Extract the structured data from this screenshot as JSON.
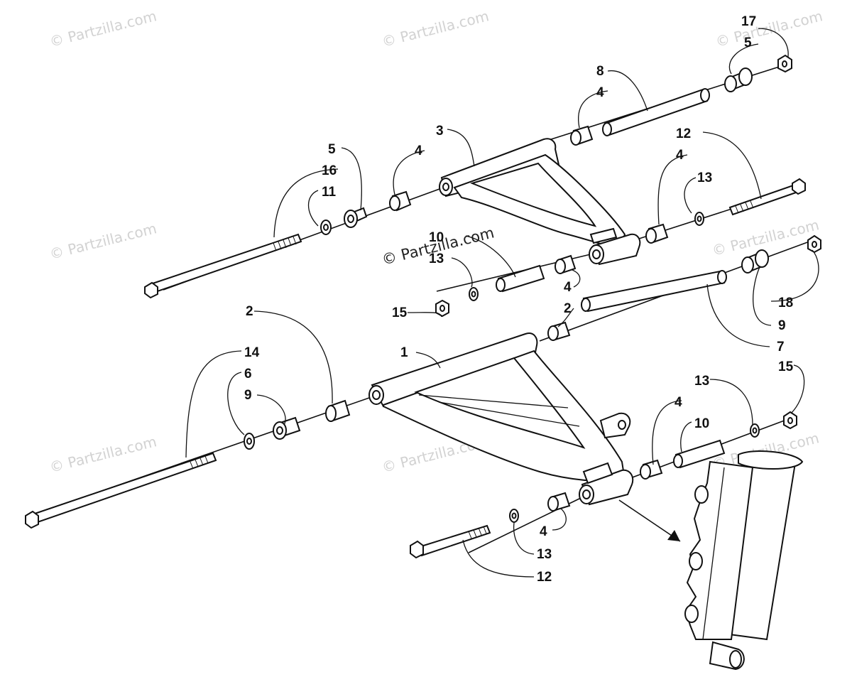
{
  "watermark": {
    "text": "© Partzilla.com",
    "center_text": "© Partzilla.com"
  },
  "callouts": {
    "c17": "17",
    "c5a": "5",
    "c8": "8",
    "c4a": "4",
    "c3": "3",
    "c4b": "4",
    "c5b": "5",
    "c16": "16",
    "c11": "11",
    "c12a": "12",
    "c4c": "4",
    "c13a": "13",
    "c10a": "10",
    "c13b": "13",
    "c4d": "4",
    "c15a": "15",
    "c2a": "2",
    "c18": "18",
    "c9a": "9",
    "c7": "7",
    "c2b": "2",
    "c1": "1",
    "c14": "14",
    "c6": "6",
    "c9b": "9",
    "c13c": "13",
    "c15b": "15",
    "c4e": "4",
    "c10b": "10",
    "c4f": "4",
    "c13d": "13",
    "c12b": "12"
  },
  "colors": {
    "ink": "#111111",
    "paper": "#ffffff",
    "watermark": "#d2d2d2"
  }
}
